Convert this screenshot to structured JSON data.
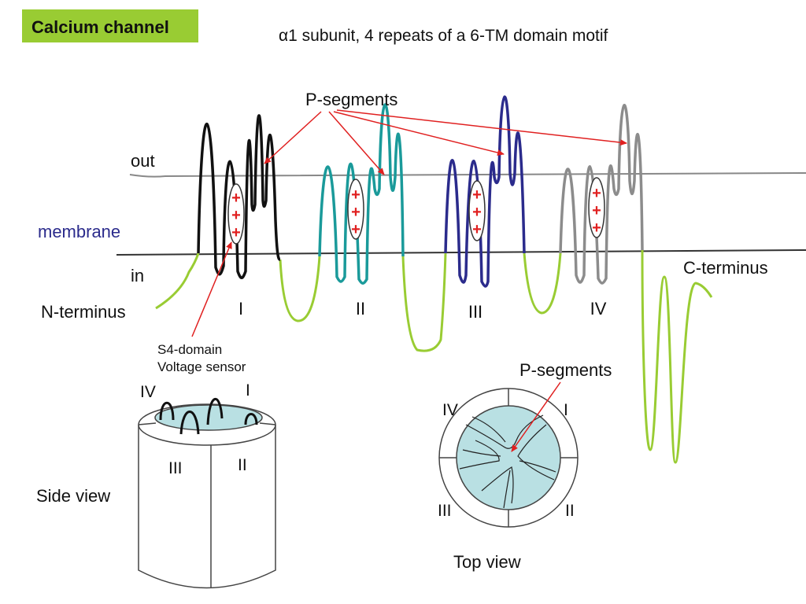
{
  "title_badge": {
    "text": "Calcium channel",
    "bg": "#99cc33"
  },
  "subtitle": "α1 subunit, 4 repeats of a 6-TM domain motif",
  "labels": {
    "out": "out",
    "membrane": "membrane",
    "in": "in",
    "n_terminus": "N-terminus",
    "c_terminus": "C-terminus",
    "p_segments_top": "P-segments",
    "s4_line1": "S4-domain",
    "s4_line2": "Voltage sensor",
    "side_view": "Side view",
    "top_view": "Top view",
    "p_segments_bottom": "P-segments"
  },
  "domains": [
    {
      "numeral": "I",
      "color": "#111111"
    },
    {
      "numeral": "II",
      "color": "#1a9a9a"
    },
    {
      "numeral": "III",
      "color": "#2b2b8c"
    },
    {
      "numeral": "IV",
      "color": "#8c8c8c"
    }
  ],
  "s4_charges": "+",
  "side_view_numerals": {
    "IV": "IV",
    "I": "I",
    "III": "III",
    "II": "II"
  },
  "top_view_numerals": {
    "IV": "IV",
    "I": "I",
    "III": "III",
    "II": "II"
  },
  "colors": {
    "linker": "#99cc33",
    "arrow": "#e02020",
    "charge": "#e02020",
    "membrane_label": "#2b2b8c",
    "pore_fill": "#b9e0e3"
  }
}
